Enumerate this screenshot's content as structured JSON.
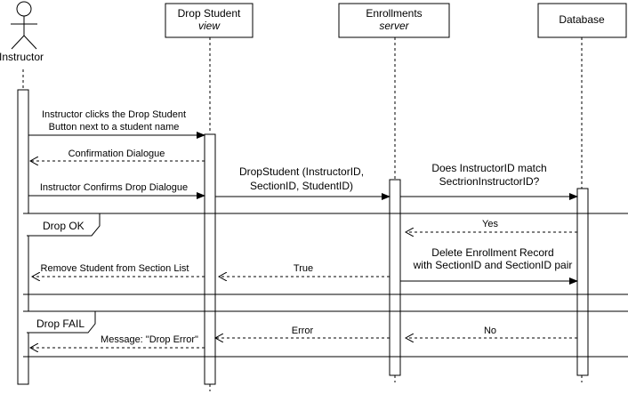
{
  "actor": {
    "name": "Instructor"
  },
  "participants": [
    {
      "id": "drop_view",
      "name": "Drop Student",
      "stereotype": "view"
    },
    {
      "id": "enroll_server",
      "name": "Enrollments",
      "stereotype": "server"
    },
    {
      "id": "database",
      "name": "Database",
      "stereotype": ""
    }
  ],
  "messages": {
    "m1": [
      "Instructor clicks the Drop Student",
      "Button next to a student name"
    ],
    "m2": "Confirmation Dialogue",
    "m3": [
      "DropStudent (InstructorID,",
      "SectionID, StudentID)"
    ],
    "m4": [
      "Does InstructorID match",
      "SectrionInstructorID?"
    ],
    "m5": "Instructor Confirms Drop Dialogue",
    "m6": "Yes",
    "m7": [
      "Delete Enrollment Record",
      "with SectionID and SectionID pair"
    ],
    "m8": "True",
    "m9": "Remove Student from Section List",
    "m10": "No",
    "m11": "Error",
    "m12": "Message: \"Drop Error\""
  },
  "fragments": {
    "ok": {
      "label": "Drop OK"
    },
    "fail": {
      "label": "Drop FAIL"
    }
  }
}
